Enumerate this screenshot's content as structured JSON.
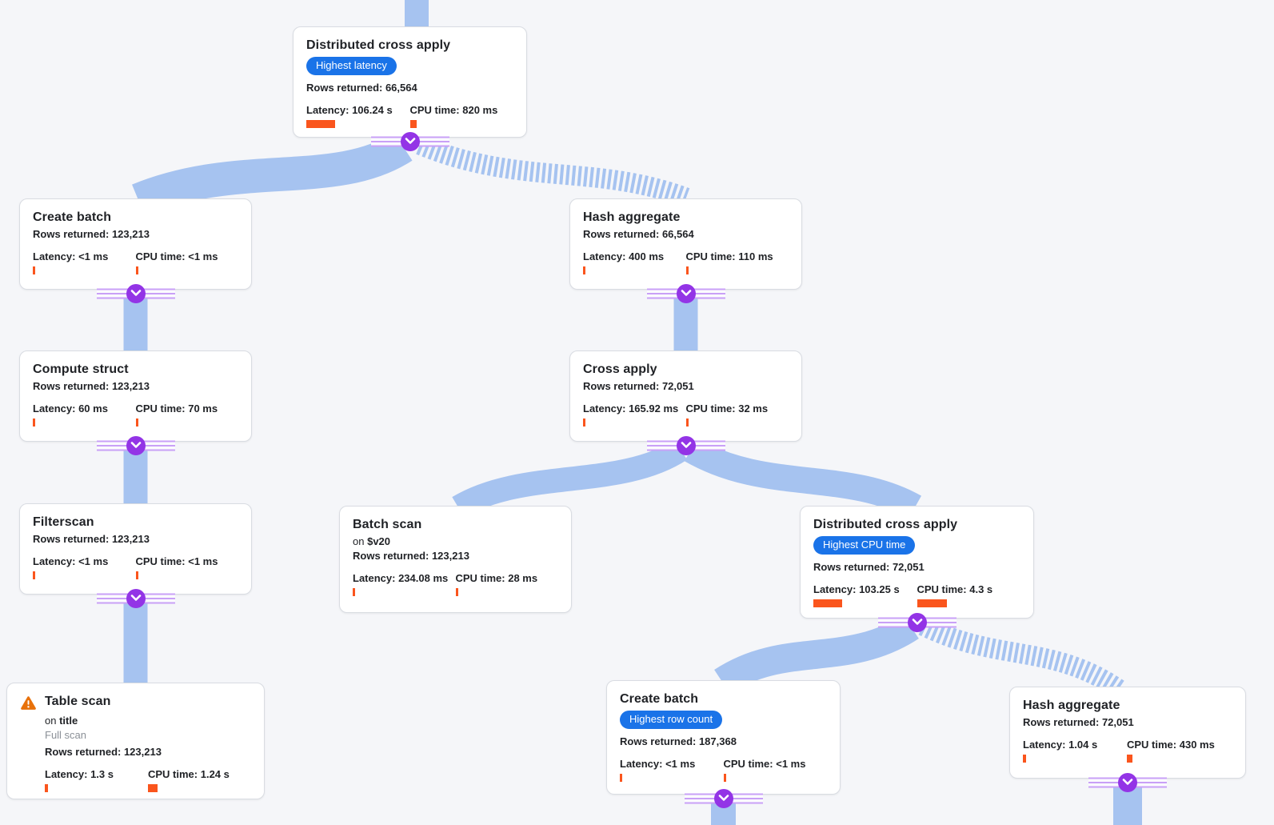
{
  "palette": {
    "background": "#f5f6f9",
    "edge_blue": "#a6c3f0",
    "badge_blue": "#1a73e8",
    "bar_orange": "#fa551d",
    "connector_purple": "#9334e6",
    "rail_purple": "#c9a0f7",
    "warning_orange": "#e8710a"
  },
  "icons": {
    "connector": "chevron-down-icon",
    "table_scan": "warning-triangle-icon"
  },
  "nodes": {
    "dca_top": {
      "title": "Distributed cross apply",
      "badge": "Highest latency",
      "rows": "Rows returned: 66,564",
      "latency": "Latency: 106.24 s",
      "cpu": "CPU time: 820 ms"
    },
    "create_batch_left": {
      "title": "Create batch",
      "rows": "Rows returned: 123,213",
      "latency": "Latency: <1 ms",
      "cpu": "CPU time: <1 ms"
    },
    "compute_struct": {
      "title": "Compute struct",
      "rows": "Rows returned: 123,213",
      "latency": "Latency: 60 ms",
      "cpu": "CPU time: 70 ms"
    },
    "filterscan": {
      "title": "Filterscan",
      "rows": "Rows returned: 123,213",
      "latency": "Latency: <1 ms",
      "cpu": "CPU time: <1 ms"
    },
    "table_scan": {
      "title": "Table scan",
      "on_prefix": "on",
      "on_object": "title",
      "note": "Full scan",
      "rows": "Rows returned: 123,213",
      "latency": "Latency: 1.3 s",
      "cpu": "CPU time: 1.24 s"
    },
    "hash_agg_top": {
      "title": "Hash aggregate",
      "rows": "Rows returned: 66,564",
      "latency": "Latency: 400 ms",
      "cpu": "CPU time: 110 ms"
    },
    "cross_apply": {
      "title": "Cross apply",
      "rows": "Rows returned: 72,051",
      "latency": "Latency: 165.92 ms",
      "cpu": "CPU time: 32 ms"
    },
    "batch_scan": {
      "title": "Batch scan",
      "on_prefix": "on",
      "on_object": "$v20",
      "rows": "Rows returned: 123,213",
      "latency": "Latency: 234.08 ms",
      "cpu": "CPU time: 28 ms"
    },
    "dca_right": {
      "title": "Distributed cross apply",
      "badge": "Highest CPU time",
      "rows": "Rows returned: 72,051",
      "latency": "Latency: 103.25 s",
      "cpu": "CPU time: 4.3 s"
    },
    "create_batch_bottom": {
      "title": "Create batch",
      "badge": "Highest row count",
      "rows": "Rows returned: 187,368",
      "latency": "Latency: <1 ms",
      "cpu": "CPU time: <1 ms"
    },
    "hash_agg_bottom": {
      "title": "Hash aggregate",
      "rows": "Rows returned: 72,051",
      "latency": "Latency: 1.04 s",
      "cpu": "CPU time: 430 ms"
    }
  }
}
